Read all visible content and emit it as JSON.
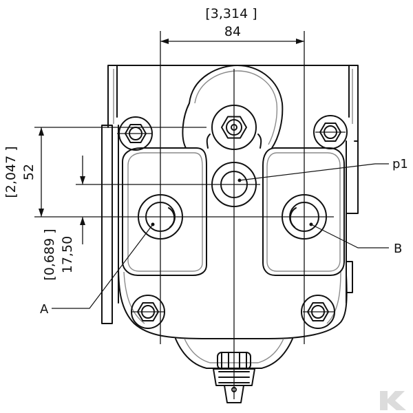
{
  "dimensions": {
    "width_inch": "[3,314 ]",
    "width_mm": "84",
    "height_inch": "[2,047 ]",
    "height_mm": "52",
    "offset_inch": "[0,689 ]",
    "offset_mm": "17,50"
  },
  "labels": {
    "port_a": "A",
    "port_b": "B",
    "port_p1": "p1"
  },
  "watermark": {
    "brand_icon": "k-logo-icon"
  }
}
